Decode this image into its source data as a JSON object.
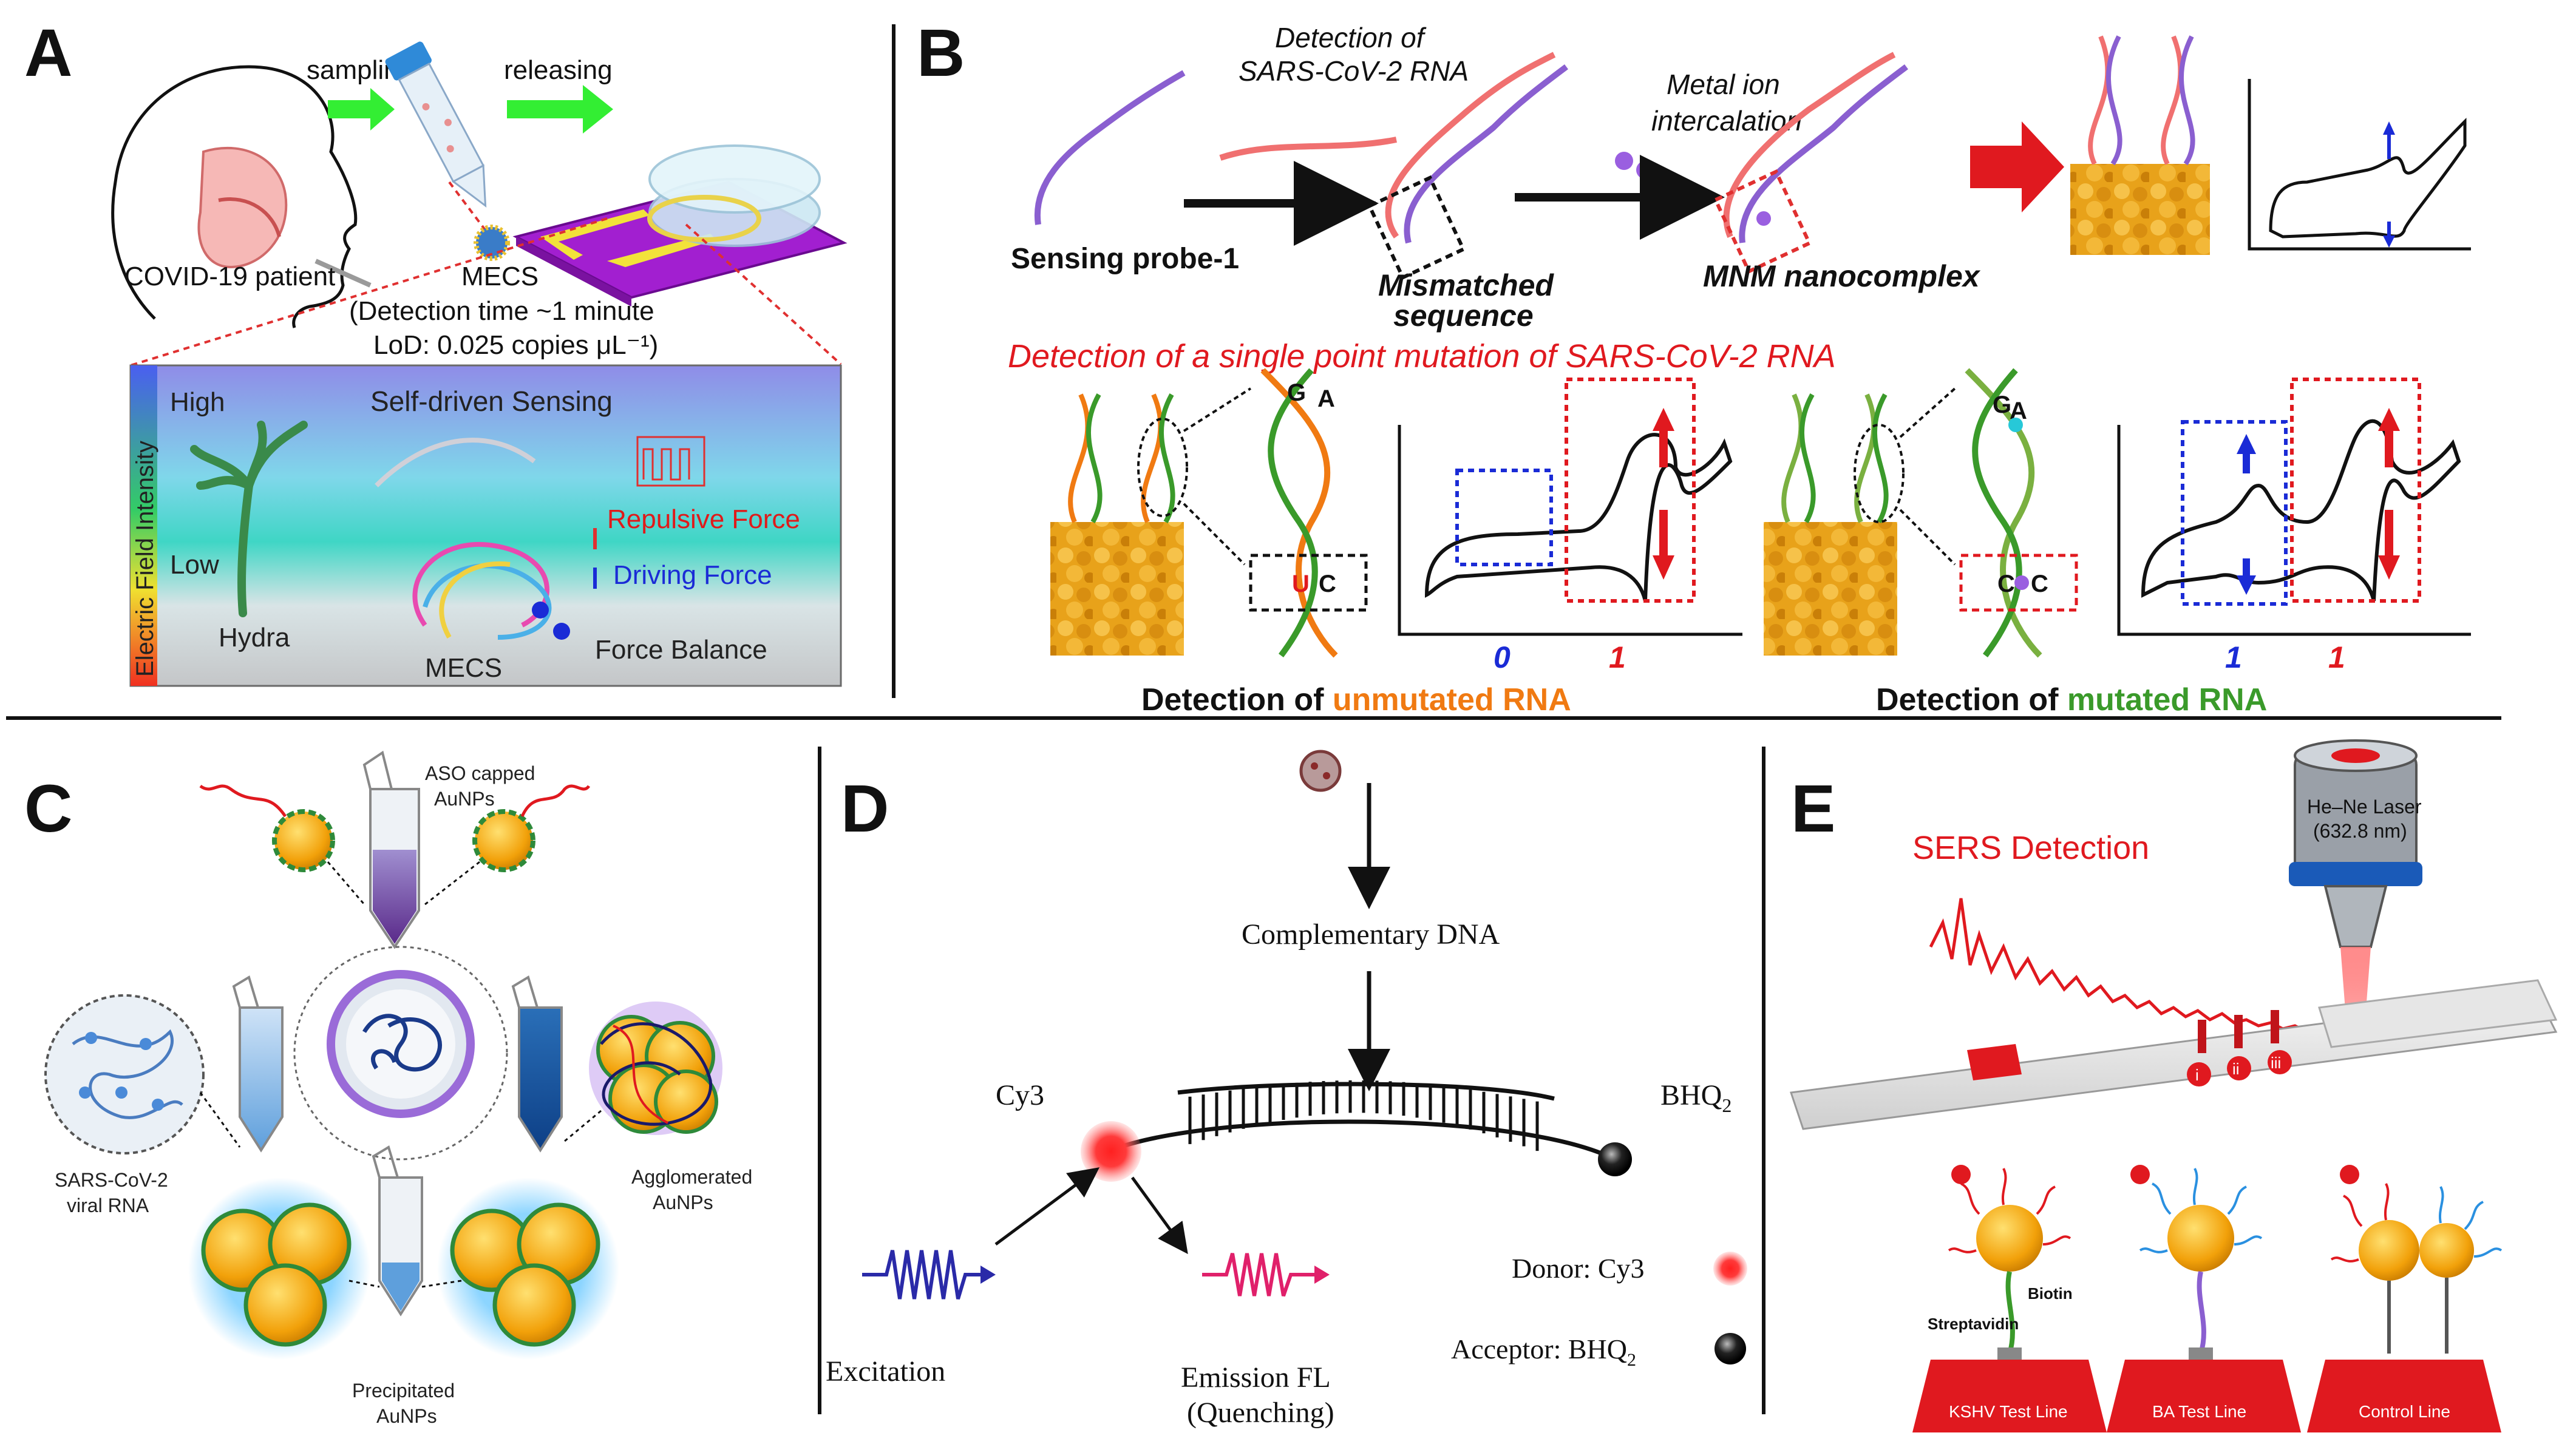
{
  "panels": {
    "A": {
      "letter": "A",
      "sampling": "sampling",
      "releasing": "releasing",
      "patient": "COVID-19 patient",
      "device": "MECS",
      "detection_time": "(Detection time ~1 minute",
      "lod": "LoD: 0.025 copies μL⁻¹)",
      "axis_label": "Electric Field Intensity",
      "high": "High",
      "low": "Low",
      "sensing_title": "Self-driven Sensing",
      "repulsive": "Repulsive Force",
      "driving": "Driving Force",
      "balance": "Force Balance",
      "hydra": "Hydra",
      "mecs_bottom": "MECS"
    },
    "B": {
      "letter": "B",
      "detection_rna": "Detection of",
      "detection_rna2": "SARS-CoV-2 RNA",
      "metal1": "Metal ion",
      "metal2": "intercalation",
      "probe": "Sensing probe-1",
      "mismatch1": "Mismatched",
      "mismatch2": "sequence",
      "mnm": "MNM nanocomplex",
      "mutation_title": "Detection of a single point mutation of SARS-CoV-2 RNA",
      "zero": "0",
      "one_a": "1",
      "one_b": "1",
      "one_c": "1",
      "detect_of_1": "Detection of ",
      "unmutated": "unmutated RNA",
      "detect_of_2": "Detection of ",
      "mutated": "mutated RNA",
      "base_U": "U",
      "base_C": "C",
      "base_G": "G",
      "base_A": "A"
    },
    "C": {
      "letter": "C",
      "aso1": "ASO capped",
      "aso2": "AuNPs",
      "viral1": "SARS-CoV-2",
      "viral2": "viral RNA",
      "agg1": "Agglomerated",
      "agg2": "AuNPs",
      "prec1": "Precipitated",
      "prec2": "AuNPs"
    },
    "D": {
      "letter": "D",
      "complementary": "Complementary DNA",
      "cy3": "Cy3",
      "bhq": "BHQ",
      "bhq_sub": "2",
      "excitation": "Excitation",
      "emission1": "Emission FL",
      "emission2": "(Quenching)",
      "donor": "Donor: Cy3",
      "acceptor": "Acceptor: BHQ",
      "acceptor_sub": "2"
    },
    "E": {
      "letter": "E",
      "sers": "SERS Detection",
      "laser1": "He–Ne Laser",
      "laser2": "(632.8 nm)",
      "i": "i",
      "ii": "ii",
      "iii": "iii",
      "streptavidin": "Streptavidin",
      "biotin": "Biotin",
      "line1": "KSHV Test Line",
      "line2": "BA Test Line",
      "line3": "Control Line"
    }
  },
  "colors": {
    "red": "#e0191f",
    "blue": "#1a2bd6",
    "orange": "#f07a12",
    "green": "#3a9a2a",
    "gold": "#f0a818",
    "arrow_green": "#33ee33",
    "purple_chip": "#a21fd0"
  }
}
